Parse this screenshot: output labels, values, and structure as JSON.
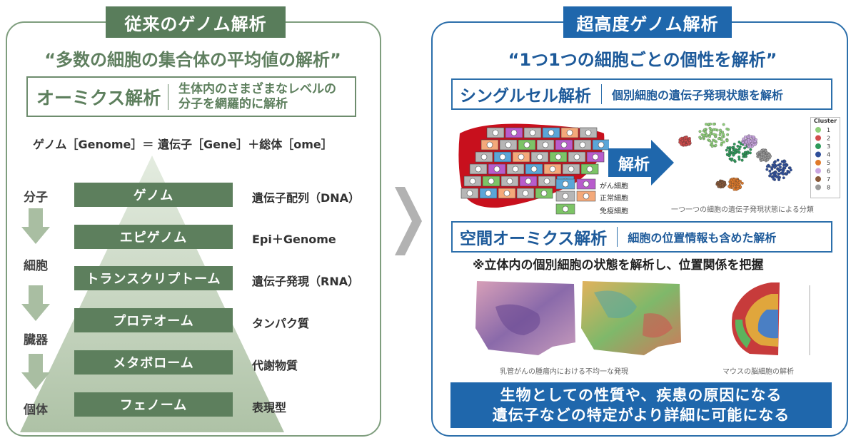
{
  "left": {
    "title": "従来のゲノム解析",
    "quote": "“多数の細胞の集合体の平均値の解析”",
    "omics_title": "オーミクス解析",
    "omics_desc_line1": "生体内のさまざまなレベルの",
    "omics_desc_line2": "分子を網羅的に解析",
    "genome_eq": "ゲノム［Genome］＝ 遺伝子［Gene］＋総体［ome］",
    "levels": [
      "分子",
      "細胞",
      "臓器",
      "個体"
    ],
    "layers": [
      {
        "label": "ゲノム",
        "desc": "遺伝子配列（DNA）"
      },
      {
        "label": "エピゲノム",
        "desc": "Epi＋Genome"
      },
      {
        "label": "トランスクリプトーム",
        "desc": "遺伝子発現（RNA）"
      },
      {
        "label": "プロテオーム",
        "desc": "タンパク質"
      },
      {
        "label": "メタボローム",
        "desc": "代謝物質"
      },
      {
        "label": "フェノーム",
        "desc": "表現型"
      }
    ]
  },
  "right": {
    "title": "超高度ゲノム解析",
    "quote": "“1つ1つの細胞ごとの個性を解析”",
    "sc_title": "シングルセル解析",
    "sc_desc": "個別細胞の遺伝子発現状態を解析",
    "arrow_label": "解析",
    "legend": [
      "がん細胞",
      "正常細胞",
      "免疫細胞"
    ],
    "cluster_title": "Cluster",
    "cluster_labels": [
      "1",
      "2",
      "3",
      "4",
      "5",
      "6",
      "7",
      "8"
    ],
    "scatter_caption": "一つ一つの細胞の遺伝子発現状態による分類",
    "sp_title": "空間オーミクス解析",
    "sp_desc": "細胞の位置情報も含めた解析",
    "note": "※立体内の個別細胞の状態を解析し、位置関係を把握",
    "caption_left": "乳管がんの腫瘍内における不均一な発現",
    "caption_right": "マウスの脳細胞の解析",
    "bottom_line1": "生物としての性質や、疾患の原因になる",
    "bottom_line2": "遺伝子などの特定がより詳細に可能になる"
  },
  "colors": {
    "green_dark": "#5d7f5d",
    "green_light": "#b6c8b0",
    "blue": "#1f67ac",
    "liver_red": "#c8101d"
  }
}
